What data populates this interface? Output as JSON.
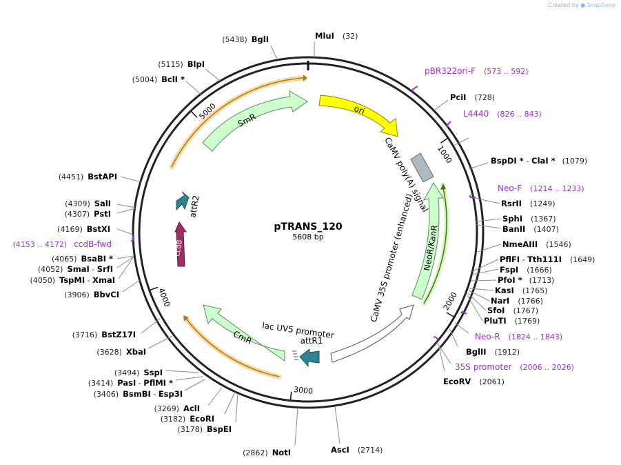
{
  "credit": {
    "prefix": "Created by",
    "brand": "SnapGene"
  },
  "plasmid": {
    "name": "pTRANS_120",
    "length": "5608 bp"
  },
  "ticks": [
    {
      "label": "1000",
      "angle": 56
    },
    {
      "label": "2000",
      "angle": 120
    },
    {
      "label": "3000",
      "angle": 186
    },
    {
      "label": "4000",
      "angle": 250
    },
    {
      "label": "5000",
      "angle": 316
    }
  ],
  "sites": [
    {
      "id": "mlui",
      "num": "(32)",
      "name": "MluI",
      "side": "right",
      "star": false,
      "angle": 2
    },
    {
      "id": "bgli-top",
      "num": "(5438)",
      "name": "BglI",
      "side": "left",
      "star": false,
      "angle": 349
    },
    {
      "id": "blpi",
      "num": "(5115)",
      "name": "BlpI",
      "side": "left",
      "star": false,
      "angle": 330
    },
    {
      "id": "bcli",
      "num": "(5004)",
      "name": "BclI",
      "side": "left",
      "star": true,
      "angle": 323
    },
    {
      "id": "pcii",
      "num": "(728)",
      "name": "PciI",
      "side": "right",
      "star": false,
      "angle": 45
    },
    {
      "id": "bspdi",
      "num": "(1079)",
      "name": "BspDI",
      "name2": "ClaI",
      "side": "right",
      "star": true,
      "star2": true,
      "angle": 71
    },
    {
      "id": "rsrii",
      "num": "(1249)",
      "name": "RsrII",
      "side": "right",
      "star": false,
      "angle": 80
    },
    {
      "id": "sphi",
      "num": "(1367)",
      "name": "SphI",
      "side": "right",
      "star": false,
      "angle": 88
    },
    {
      "id": "banii",
      "num": "(1407)",
      "name": "BanII",
      "side": "right",
      "star": false,
      "angle": 90
    },
    {
      "id": "nmeaiii",
      "num": "(1546)",
      "name": "NmeAIII",
      "side": "right",
      "star": false,
      "angle": 99
    },
    {
      "id": "pflfi",
      "num": "(1649)",
      "name": "PflFI",
      "name2": "Tth111I",
      "side": "right",
      "star": false,
      "angle": 106
    },
    {
      "id": "fspi",
      "num": "(1666)",
      "name": "FspI",
      "side": "right",
      "star": false,
      "angle": 107
    },
    {
      "id": "pfoi",
      "num": "(1713)",
      "name": "PfoI",
      "side": "right",
      "star": true,
      "angle": 110
    },
    {
      "id": "kasi",
      "num": "(1765)",
      "name": "KasI",
      "side": "right",
      "star": false,
      "angle": 113
    },
    {
      "id": "nari",
      "num": "(1766)",
      "name": "NarI",
      "side": "right",
      "star": false,
      "angle": 114
    },
    {
      "id": "sfoi",
      "num": "(1767)",
      "name": "SfoI",
      "side": "right",
      "star": false,
      "angle": 115
    },
    {
      "id": "pluti",
      "num": "(1769)",
      "name": "PluTI",
      "side": "right",
      "star": false,
      "angle": 116
    },
    {
      "id": "bglii",
      "num": "(1912)",
      "name": "BglII",
      "side": "right",
      "star": false,
      "angle": 124
    },
    {
      "id": "ecorv",
      "num": "(2061)",
      "name": "EcoRV",
      "side": "right",
      "star": false,
      "angle": 133
    },
    {
      "id": "asci",
      "num": "(2714)",
      "name": "AscI",
      "side": "right",
      "star": false,
      "angle": 174
    },
    {
      "id": "noti",
      "num": "(2862)",
      "name": "NotI",
      "side": "left",
      "star": false,
      "angle": 184
    },
    {
      "id": "bspei",
      "num": "(3178)",
      "name": "BspEI",
      "side": "left",
      "star": false,
      "angle": 204
    },
    {
      "id": "ecori",
      "num": "(3182)",
      "name": "EcoRI",
      "side": "left",
      "star": false,
      "angle": 205
    },
    {
      "id": "acli",
      "num": "(3269)",
      "name": "AclI",
      "side": "left",
      "star": false,
      "angle": 210
    },
    {
      "id": "bsmbi",
      "num": "(3406)",
      "name": "BsmBI",
      "name2": "Esp3I",
      "side": "left",
      "star": false,
      "angle": 219
    },
    {
      "id": "pasi",
      "num": "(3414)",
      "name": "PasI",
      "name2": "PflMI",
      "side": "left",
      "star": false,
      "star2": true,
      "angle": 220
    },
    {
      "id": "sspi",
      "num": "(3494)",
      "name": "SspI",
      "side": "left",
      "star": false,
      "angle": 224
    },
    {
      "id": "xbai",
      "num": "(3628)",
      "name": "XbaI",
      "side": "left",
      "star": false,
      "angle": 233
    },
    {
      "id": "bstz17i",
      "num": "(3716)",
      "name": "BstZ17I",
      "side": "left",
      "star": false,
      "angle": 238
    },
    {
      "id": "bbvci",
      "num": "(3906)",
      "name": "BbvCI",
      "side": "left",
      "star": false,
      "angle": 251
    },
    {
      "id": "tspmi",
      "num": "(4050)",
      "name": "TspMI",
      "name2": "XmaI",
      "side": "left",
      "star": false,
      "angle": 260
    },
    {
      "id": "smai",
      "num": "(4052)",
      "name": "SmaI",
      "name2": "SrfI",
      "side": "left",
      "star": false,
      "angle": 260.5
    },
    {
      "id": "bsabi",
      "num": "(4065)",
      "name": "BsaBI",
      "side": "left",
      "star": true,
      "angle": 261
    },
    {
      "id": "bstxi",
      "num": "(4169)",
      "name": "BstXI",
      "side": "left",
      "star": false,
      "angle": 268
    },
    {
      "id": "psti",
      "num": "(4307)",
      "name": "PstI",
      "side": "left",
      "star": false,
      "angle": 277
    },
    {
      "id": "sali",
      "num": "(4309)",
      "name": "SalI",
      "side": "left",
      "star": false,
      "angle": 277.5
    },
    {
      "id": "bstapi",
      "num": "(4451)",
      "name": "BstAPI",
      "side": "left",
      "star": false,
      "angle": 287
    }
  ],
  "primers": [
    {
      "name": "pBR322ori-F",
      "range": "(573 .. 592)"
    },
    {
      "name": "L4440",
      "range": "(826 .. 843)"
    },
    {
      "name": "Neo-F",
      "range": "(1214 .. 1233)"
    },
    {
      "name": "Neo-R",
      "range": "(1824 .. 1843)"
    },
    {
      "name": "35S promoter",
      "range": "(2006 .. 2026)"
    },
    {
      "name": "ccdB-fwd",
      "range": "(4153 .. 4172)"
    }
  ],
  "features": {
    "ori": "ori",
    "smr": "SmR",
    "cmr": "CmR",
    "neor": "NeoR/KanR",
    "camv_polya": "CaMV poly(A) signal",
    "camv_35s": "CaMV 35S promoter (enhanced)",
    "lac_uv5": "lac UV5 promoter",
    "attr1": "attR1",
    "attr2": "attR2",
    "ccdb": "ccdB"
  },
  "colors": {
    "backbone": "#222222",
    "ori": "#ffff00",
    "resistance": "#ccffcc",
    "ccdb": "#9b2f66",
    "att": "#2e8294",
    "polya": "#b0b8c0",
    "primer": "#a12fd4",
    "highlight": "#f5b041"
  }
}
